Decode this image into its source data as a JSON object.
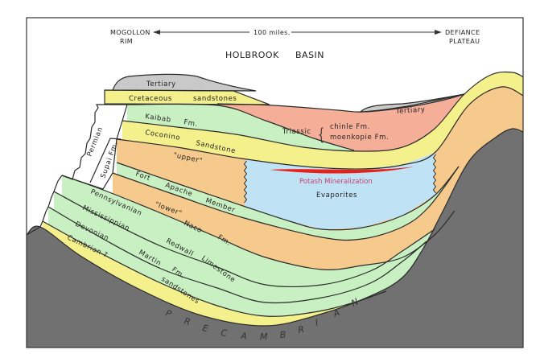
{
  "header": {
    "left_place": [
      "MOGOLLON",
      "RIM"
    ],
    "scale": "100 miles.",
    "right_place": [
      "DEFIANCE",
      "PLATEAU"
    ],
    "basin": [
      "HOLBROOK",
      "BASIN"
    ]
  },
  "labels": {
    "tertiary_left": "Tertiary",
    "tertiary_right": "Tertiary",
    "cretaceous": [
      "Cretaceous",
      "sandstones"
    ],
    "kaibab": [
      "Kaibab",
      "Fm."
    ],
    "coconino": [
      "Coconino",
      "Sandstone"
    ],
    "triassic": "Triassic",
    "brace": "{",
    "chinle": "chinle   Fm.",
    "moenkopie": "moenkopie   Fm.",
    "permian": "Permian",
    "supai": "Supai  Fm.",
    "upper": "\"upper\"",
    "potash": "Potash Mineralization",
    "evaporites": "Evaporites",
    "fort_apache": [
      "Fort",
      "Apache",
      "Member"
    ],
    "lower": "\"lower\"",
    "pennsylvanian": [
      "Pennsylvanian",
      "Naco",
      "Fm."
    ],
    "mississippian": [
      "Mississippian",
      "Redwall",
      "Limestone"
    ],
    "devonian": [
      "Devonian",
      "Martin",
      "Fm."
    ],
    "cambrian": [
      "Cambrian ?",
      "sandstones"
    ],
    "precambrian": [
      "P",
      "R",
      "E",
      "C",
      "A",
      "M",
      "B",
      "R",
      "I",
      "A",
      "N"
    ]
  },
  "colors": {
    "tertiary": "#c9c9c9",
    "yellow": "#f4f08c",
    "green": "#c8f0c2",
    "orange": "#f6c98c",
    "salmon": "#f5ae98",
    "evaporite": "#c0e2f5",
    "precambrian": "#717171",
    "potash": "#e8201a",
    "potash_text": "#c8407a",
    "line": "#2a2a2a"
  }
}
